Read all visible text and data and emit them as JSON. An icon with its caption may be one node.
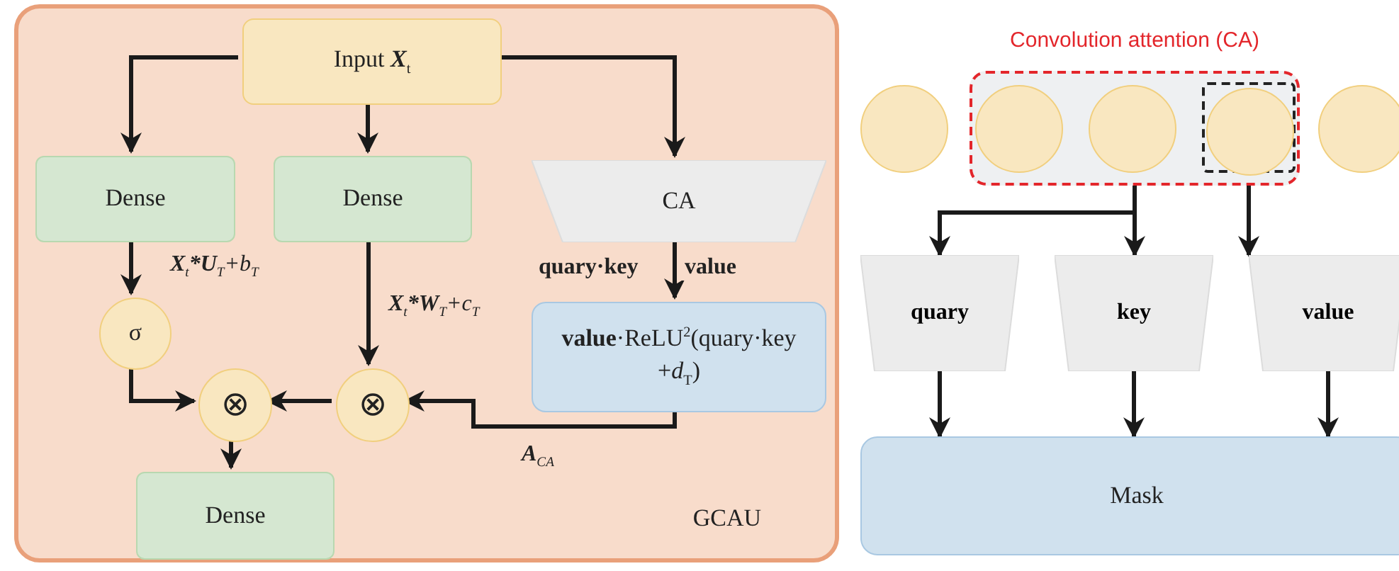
{
  "diagram": {
    "nodes": [
      {
        "text": [
          "GCAU"
        ]
      },
      {
        "text": [
          "Input **X**$_{t}$"
        ],
        "in": 0
      },
      {
        "text": [
          "Dense"
        ],
        "in": 0
      },
      {
        "text": [
          "Dense"
        ],
        "in": 0
      },
      {
        "text": [
          "CA"
        ],
        "in": 0
      },
      {
        "text": [
          "**value**·ReLU$^{2}$(quary·key +*d*$_{T}$)"
        ],
        "in": 0
      },
      {
        "text": [
          "σ"
        ],
        "in": 0
      },
      {
        "text": [
          "⊗"
        ],
        "in": 0
      },
      {
        "text": [
          "⊗"
        ],
        "in": 0
      },
      {
        "text": [
          "Dense"
        ],
        "in": 0
      },
      {
        "text": [
          "Convolution attention (CA)"
        ]
      },
      {
        "text": [],
        "shape": "circle"
      },
      {
        "text": [],
        "shape": "circle",
        "in": 10
      },
      {
        "text": [],
        "shape": "circle",
        "in": 10
      },
      {
        "text": [],
        "shape": "box",
        "in": 10
      },
      {
        "text": [],
        "shape": "circle",
        "in": 14
      },
      {
        "text": [],
        "shape": "circle"
      },
      {
        "text": [
          "quary"
        ]
      },
      {
        "text": [
          "key"
        ]
      },
      {
        "text": [
          "value"
        ]
      },
      {
        "text": [
          "Mask"
        ]
      }
    ],
    "edges": [
      {
        "from": 1,
        "to": 2,
        "arrow": "to"
      },
      {
        "from": 1,
        "to": 3,
        "arrow": "to"
      },
      {
        "from": 1,
        "to": 4,
        "arrow": "to"
      },
      {
        "from": 2,
        "to": 6,
        "arrow": "to",
        "label": "**X**$_{t}$***U**$_{T}$+b$_{T}$"
      },
      {
        "from": 3,
        "to": 8,
        "arrow": "to",
        "label": "**X**$_{t}$***W**$_{T}$+c$_{T}$"
      },
      {
        "from": 6,
        "to": 7,
        "arrow": "to"
      },
      {
        "from": 8,
        "to": 7,
        "arrow": "to"
      },
      {
        "from": 7,
        "to": 9,
        "arrow": "to"
      },
      {
        "from": 4,
        "to": 5,
        "arrow": "to",
        "label": "quary·key"
      },
      {
        "from": 5,
        "to": 8,
        "arrow": "to",
        "label": "**A**$_{CA}$"
      },
      {
        "from": 10,
        "to": 17,
        "arrow": "to"
      },
      {
        "from": 10,
        "to": 18,
        "arrow": "to"
      },
      {
        "from": 14,
        "to": 19,
        "arrow": "to"
      },
      {
        "from": 17,
        "to": 20,
        "arrow": "to"
      },
      {
        "from": 18,
        "to": 20,
        "arrow": "to"
      },
      {
        "from": 19,
        "to": 20,
        "arrow": "to"
      }
    ],
    "labels": [
      "value"
    ]
  }
}
